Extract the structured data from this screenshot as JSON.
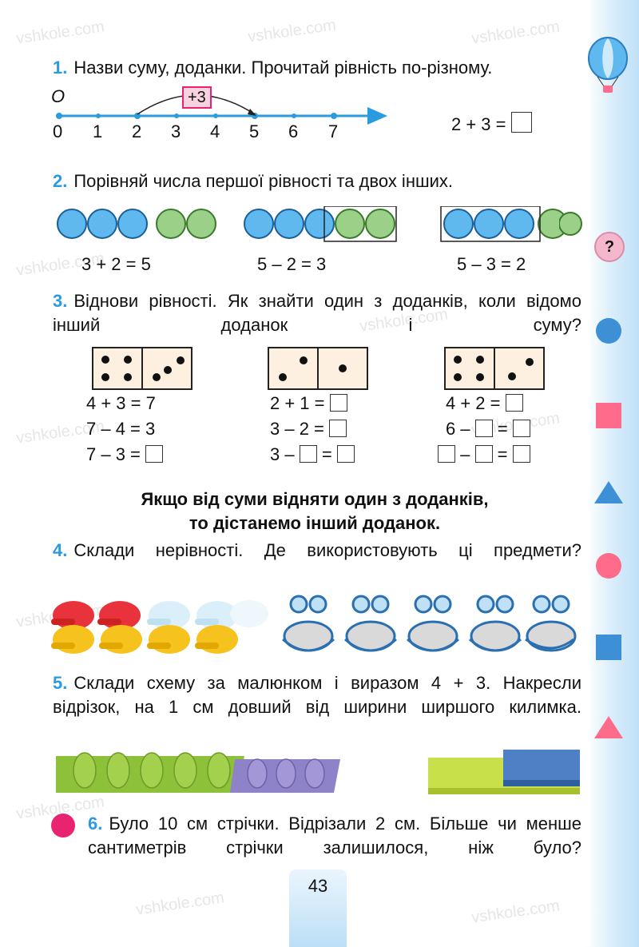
{
  "watermark": "vshkole.com",
  "colors": {
    "accent": "#2b9be0",
    "blue_circle": "#5fb8ee",
    "green_circle": "#9bd089",
    "pink": "#ff6b8a",
    "magenta_dot": "#e8236f"
  },
  "task1": {
    "number": "1.",
    "text": "Назви суму, доданки. Прочитай рівність по-різному.",
    "origin_label": "O",
    "jump_label": "+3",
    "ticks": [
      "0",
      "1",
      "2",
      "3",
      "4",
      "5",
      "6",
      "7"
    ],
    "equation": "2 + 3 ="
  },
  "task2": {
    "number": "2.",
    "text": "Порівняй числа першої рівності та двох інших.",
    "equations": [
      "3 + 2 = 5",
      "5 – 2 = 3",
      "5 – 3 = 2"
    ]
  },
  "task3": {
    "number": "3.",
    "text": "Віднови рівності. Як знайти один з доданків, коли відомо інший доданок і суму?",
    "col1": [
      "4 + 3 = 7",
      "7 – 4 = 3",
      "7 – 3 ="
    ],
    "col2": [
      "2 + 1 =",
      "3 – 2 =",
      "3 –",
      "="
    ],
    "col3": [
      "4 + 2 =",
      "6 –",
      "=",
      "–",
      "="
    ]
  },
  "rule": {
    "line1": "Якщо від суми відняти один з доданків,",
    "line2": "то дістанемо інший доданок."
  },
  "task4": {
    "number": "4.",
    "text": "Склади нерівності. Де використовують ці предмети?"
  },
  "task5": {
    "number": "5.",
    "text": "Склади схему за малюнком і виразом 4 + 3. Накресли відрізок, на 1 см довший від ширини ширшого килимка."
  },
  "task6": {
    "number": "6.",
    "text": "Було 10 см стрічки. Відрізали 2 см. Більше чи менше сантиметрів стрічки залишилося, ніж було?"
  },
  "sidebar": {
    "question_mark": "?"
  },
  "page_number": "43"
}
